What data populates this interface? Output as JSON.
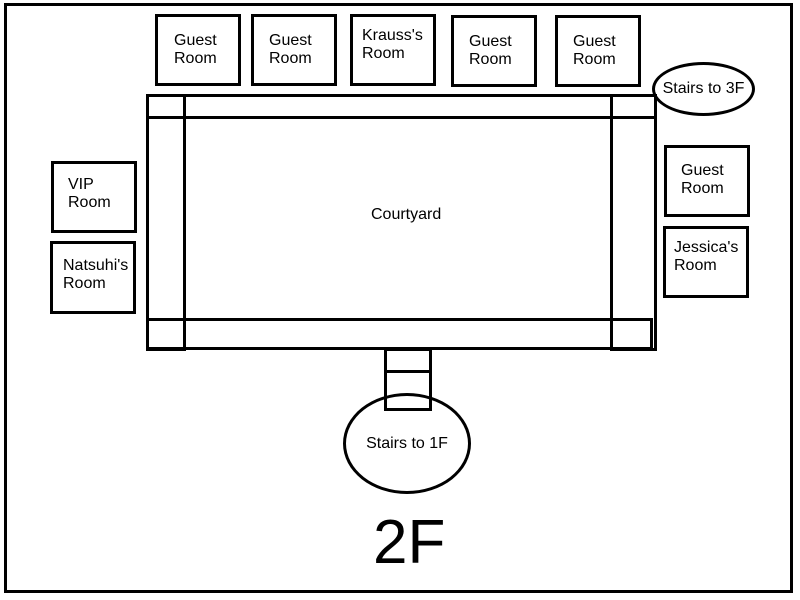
{
  "floor_label": "2F",
  "courtyard_label": "Courtyard",
  "top_rooms": [
    {
      "label": "Guest\nRoom"
    },
    {
      "label": "Guest\nRoom"
    },
    {
      "label": "Krauss's\nRoom"
    },
    {
      "label": "Guest\nRoom"
    },
    {
      "label": "Guest\nRoom"
    }
  ],
  "left_rooms": [
    {
      "label": "VIP\nRoom"
    },
    {
      "label": "Natsuhi's\nRoom"
    }
  ],
  "right_rooms": [
    {
      "label": "Guest\nRoom"
    },
    {
      "label": "Jessica's\nRoom"
    }
  ],
  "stairs_3f": "Stairs to 3F",
  "stairs_1f": "Stairs to 1F"
}
